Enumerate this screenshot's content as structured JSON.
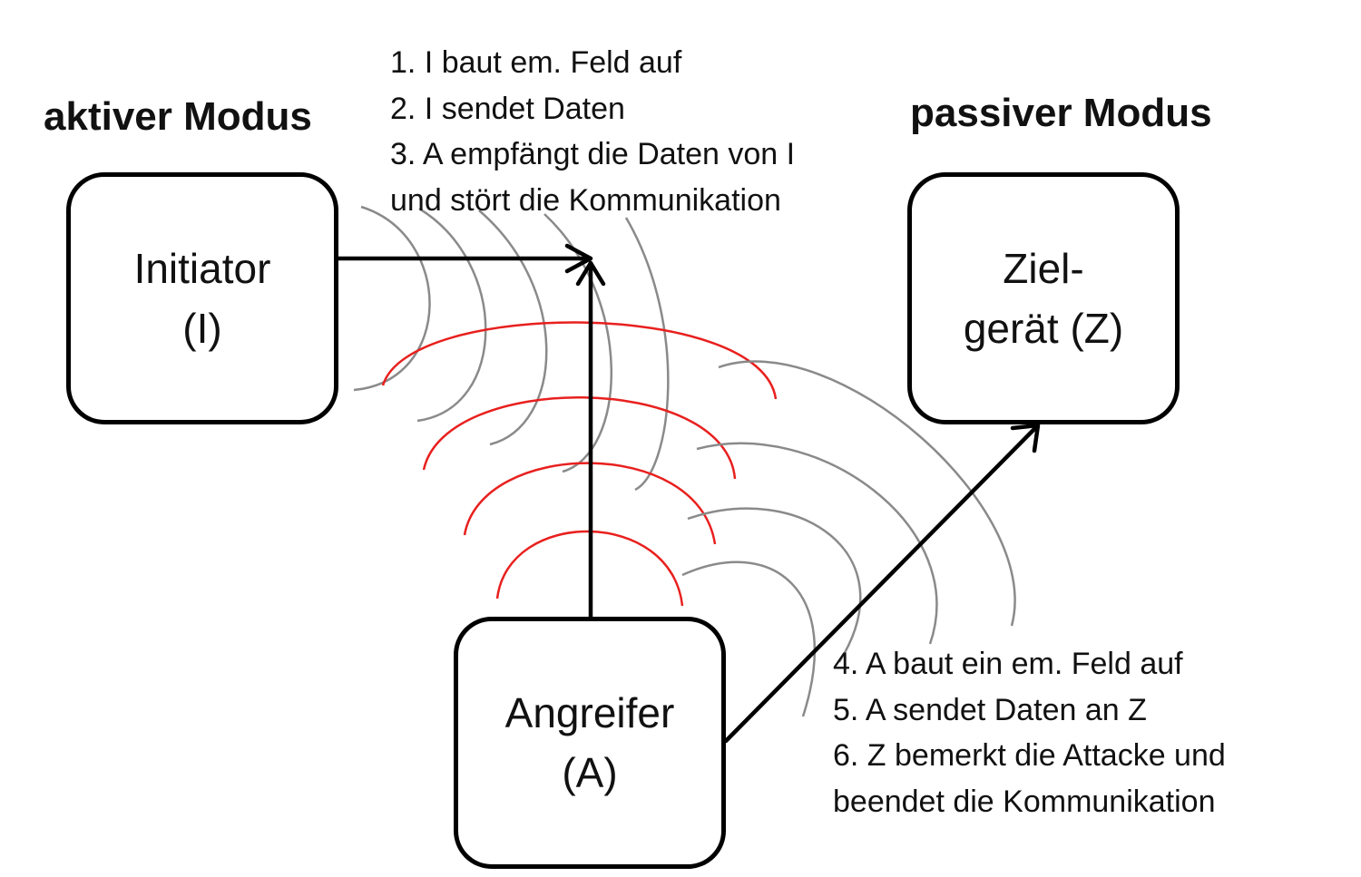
{
  "headings": {
    "active_mode": "aktiver Modus",
    "passive_mode": "passiver Modus"
  },
  "nodes": {
    "initiator": {
      "name": "Initiator",
      "abbr": "(I)"
    },
    "target": {
      "name": "Ziel-",
      "abbr": "gerät (Z)"
    },
    "attacker": {
      "name": "Angreifer",
      "abbr": "(A)"
    }
  },
  "steps_active": [
    "1. I baut em. Feld auf",
    "2. I sendet Daten",
    "3. A empfängt die Daten von I",
    "und stört die Kommunikation"
  ],
  "steps_passive": [
    "4. A baut ein em. Feld auf",
    "5. A sendet Daten an Z",
    "6. Z bemerkt die Attacke und",
    "beendet die Kommunikation"
  ],
  "colors": {
    "box_border": "#000000",
    "arrow": "#000000",
    "field_initiator": "#8a8a8a",
    "field_attacker_up": "#e8201e",
    "field_attacker_right": "#8a8a8a"
  }
}
